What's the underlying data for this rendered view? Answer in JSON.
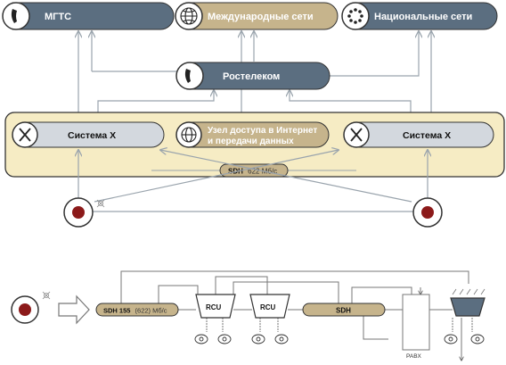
{
  "colors": {
    "slate": "#5b6e80",
    "tan": "#c6b48c",
    "pale_gray": "#d3d8de",
    "cream": "#f6ecc4",
    "station_red": "#8c1a1a",
    "line_gray": "#9aa4ad",
    "outline": "#333333"
  },
  "top_nodes": {
    "mgts": {
      "label": "МГТС",
      "icon": "phone-handset-icon"
    },
    "international": {
      "label": "Международные сети",
      "icon": "globe-icon"
    },
    "national": {
      "label": "Национальные сети",
      "icon": "dial-icon"
    }
  },
  "rostelecom": {
    "label": "Ростелеком",
    "icon": "phone-handset-icon"
  },
  "system_box": {
    "left_system": {
      "label": "Система X",
      "icon": "x-switch-icon"
    },
    "access_node": {
      "label_line1": "Узел доступа в Интернет",
      "label_line2": "и передачи данных",
      "icon": "globe-icon"
    },
    "right_system": {
      "label": "Система X",
      "icon": "x-switch-icon"
    },
    "sdh_link": {
      "bold": "SDH",
      "rest": "622 Мб/с"
    }
  },
  "bottom": {
    "sdh155": {
      "bold": "SDH 155",
      "rest": "(622) Мб/с"
    },
    "rcu1": "RCU",
    "rcu2": "RCU",
    "sdh": "SDH",
    "pabx": "PABX"
  }
}
